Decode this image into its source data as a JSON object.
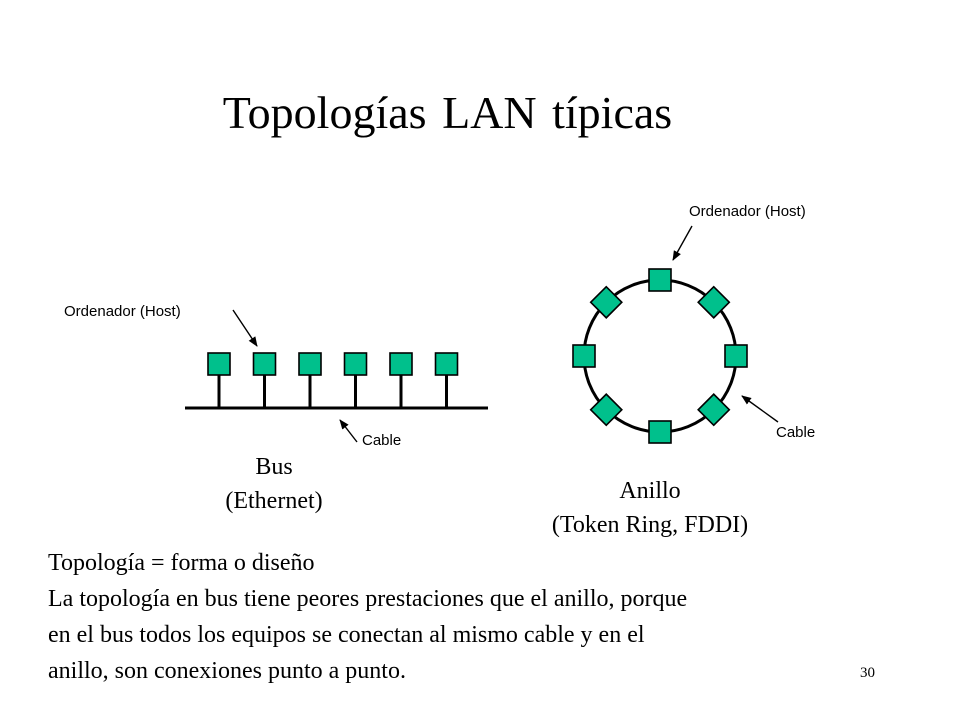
{
  "title": "Topologías LAN típicas",
  "bus": {
    "host_label": "Ordenador (Host)",
    "cable_label": "Cable",
    "caption_line1": "Bus",
    "caption_line2": "(Ethernet)",
    "node_count": 6
  },
  "ring": {
    "host_label": "Ordenador (Host)",
    "cable_label": "Cable",
    "caption_line1": "Anillo",
    "caption_line2": "(Token Ring, FDDI)",
    "node_count": 8
  },
  "body": {
    "line1": "Topología = forma o diseño",
    "line2": "La topología en bus tiene peores prestaciones que el anillo, porque",
    "line3": "en el bus todos los equipos se conectan al mismo cable y en el",
    "line4": "anillo, son conexiones punto a punto."
  },
  "page_number": "30",
  "colors": {
    "node_fill": "#00c08c",
    "line": "#000000",
    "background": "#ffffff"
  }
}
